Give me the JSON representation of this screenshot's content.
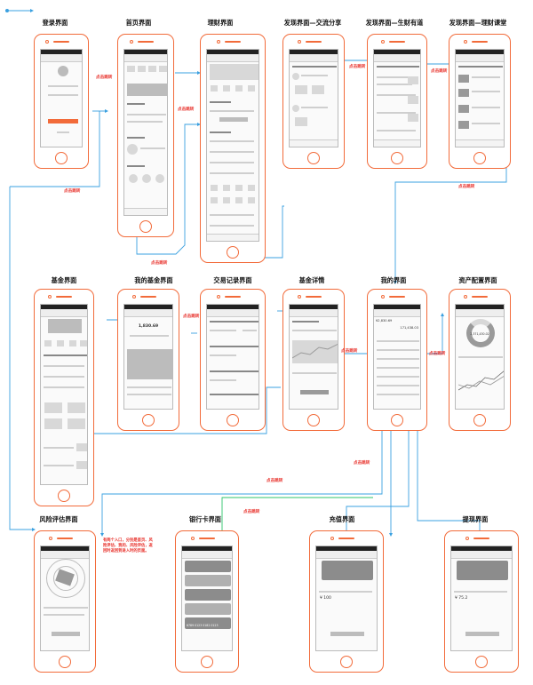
{
  "screens": {
    "login": {
      "title": "登录界面"
    },
    "home": {
      "title": "首页界面"
    },
    "wealth": {
      "title": "理财界面"
    },
    "discover1": {
      "title": "发现界面—交流分享"
    },
    "discover2": {
      "title": "发现界面—生财有道"
    },
    "discover3": {
      "title": "发现界面—理财课堂"
    },
    "fund": {
      "title": "基金界面"
    },
    "myfund": {
      "title": "我的基金界面"
    },
    "trades": {
      "title": "交易记录界面"
    },
    "funddetail": {
      "title": "基金详情"
    },
    "me": {
      "title": "我的界面"
    },
    "asset": {
      "title": "资产配置界面"
    },
    "risk": {
      "title": "风险评估界面"
    },
    "bank": {
      "title": "银行卡界面"
    },
    "recharge": {
      "title": "充值界面"
    },
    "withdraw": {
      "title": "提现界面"
    }
  },
  "link_label": "点击跳转",
  "risk_note": "有两个入口，分别是首页、风险评估、我的、风险评估，返回时返回到进入时的页面。",
  "screen_text": {
    "myfund_amount": "1,830.69",
    "me_balance": "¥2,830.69",
    "me_income": "171,438.03",
    "asset_total": "2,371,430.02",
    "recharge_amount": "¥  100",
    "withdraw_amount": "¥  75.2",
    "card_number": "6789 0123 0182 0123"
  },
  "colors": {
    "accent": "#f26b3a",
    "link": "#3aa0e0",
    "label": "#e8302a"
  }
}
